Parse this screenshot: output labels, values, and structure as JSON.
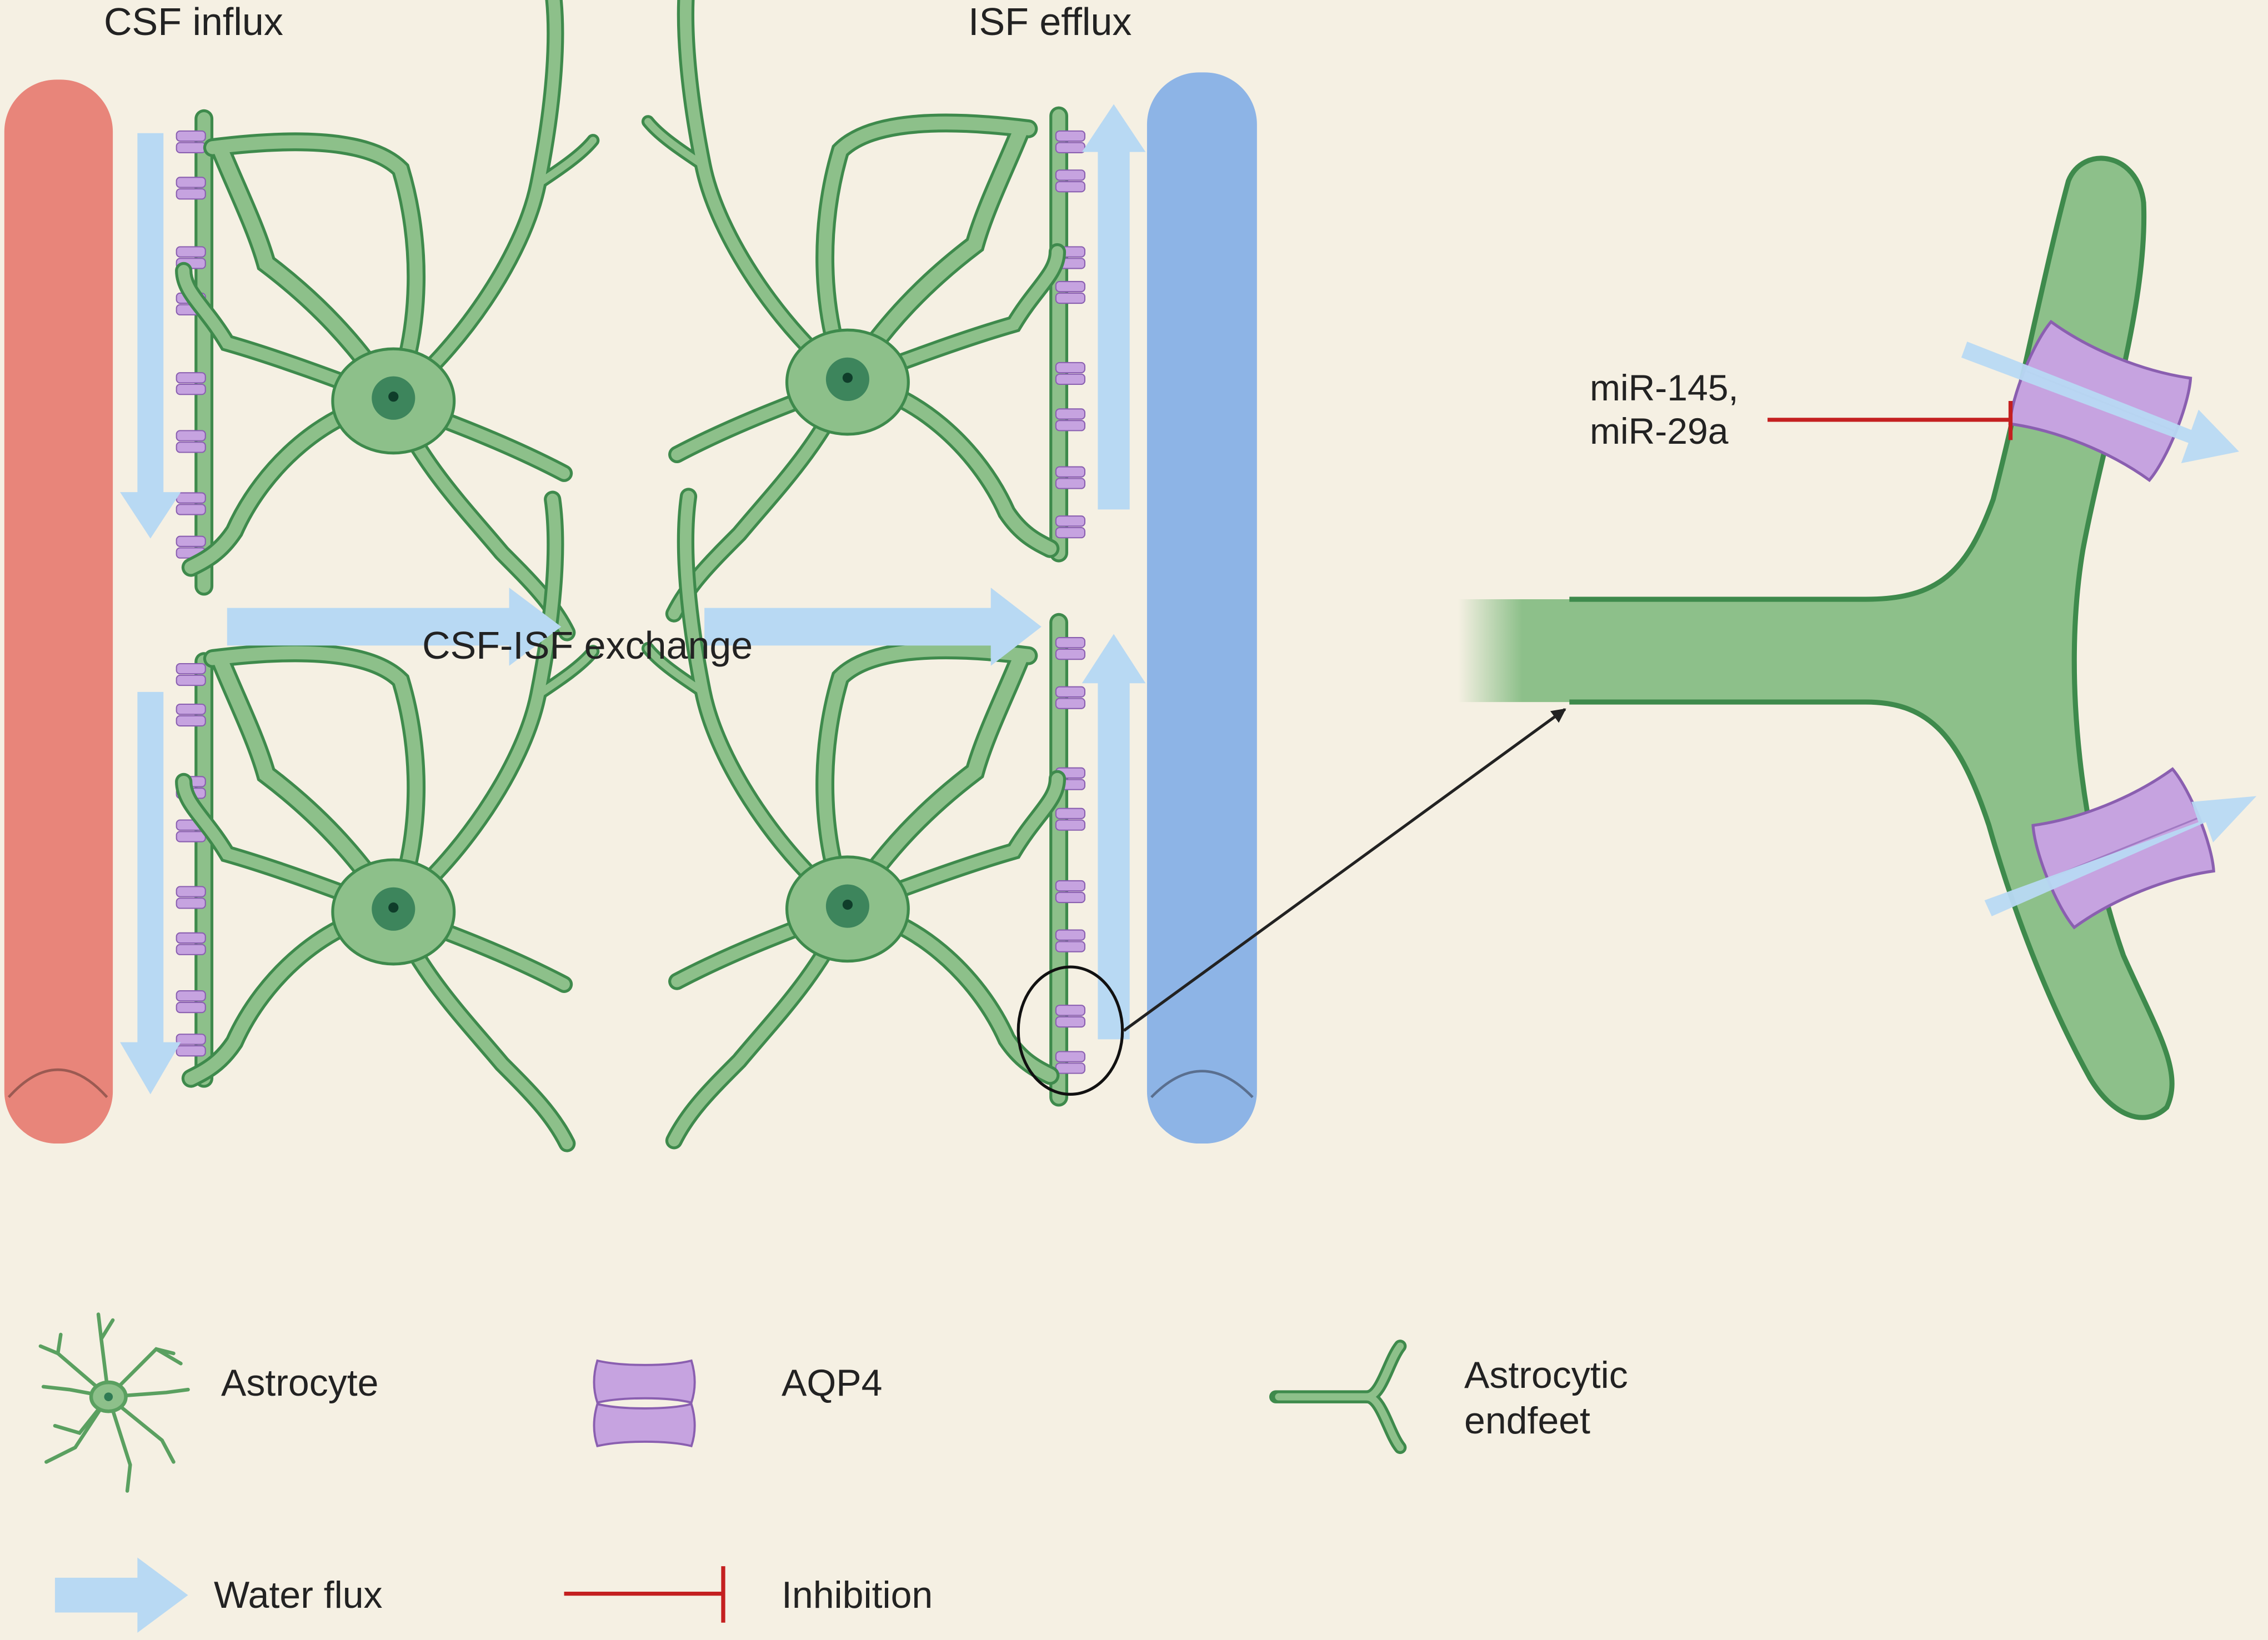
{
  "labels": {
    "csf_influx": "CSF influx",
    "isf_efflux": "ISF efflux",
    "exchange": "CSF-ISF exchange",
    "mir_line1": "miR-145,",
    "mir_line2": "miR-29a"
  },
  "legend": {
    "astrocyte": "Astrocyte",
    "aqp4": "AQP4",
    "endfeet_line1": "Astrocytic",
    "endfeet_line2": "endfeet",
    "water_flux": "Water flux",
    "inhibition": "Inhibition"
  },
  "colors": {
    "background": "#f5f0e3",
    "artery": "#e8857a",
    "vein": "#8db4e6",
    "astrocyte": "#8dc08a",
    "astrocyte_outline": "#3e8a4c",
    "nucleus": "#2f7a54",
    "aqp4": "#c6a3e0",
    "aqp4_outline": "#8a5fb0",
    "water_flux": "#b8d9f3",
    "inhibition": "#c42020"
  }
}
